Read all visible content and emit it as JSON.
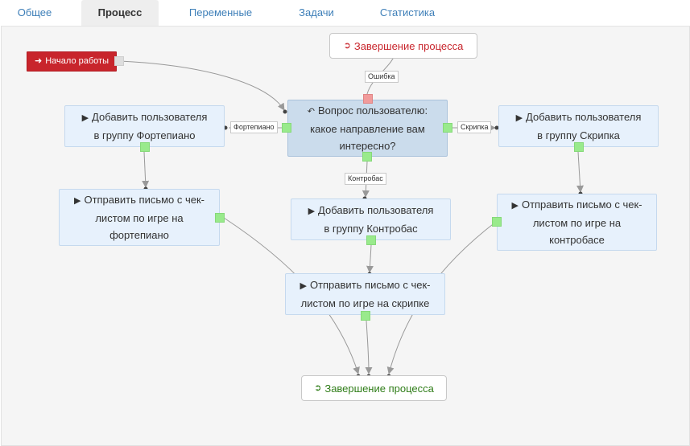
{
  "tabs": [
    {
      "label": "Общее"
    },
    {
      "label": "Процесс"
    },
    {
      "label": "Переменные"
    },
    {
      "label": "Задачи"
    },
    {
      "label": "Статистика"
    }
  ],
  "active_tab": "Процесс",
  "nodes": {
    "start": {
      "label": "Начало работы",
      "icon": "sign-in-icon"
    },
    "end_error": {
      "label": "Завершение процесса",
      "icon": "sign-out-icon"
    },
    "question": {
      "line1": "Вопрос пользователю:",
      "line2": "какое направление вам",
      "line3": "интересно?",
      "icon": "reply-icon"
    },
    "add_piano": {
      "line1": "Добавить пользователя",
      "line2": "в группу Фортепиано",
      "icon": "play-icon"
    },
    "add_violin": {
      "line1": "Добавить пользователя",
      "line2": "в группу Скрипка",
      "icon": "play-icon"
    },
    "add_bass": {
      "line1": "Добавить пользователя",
      "line2": "в группу Контробас",
      "icon": "play-icon"
    },
    "mail_piano": {
      "line1": "Отправить письмо с чек-",
      "line2": "листом по игре на",
      "line3": "фортепиано",
      "icon": "play-icon"
    },
    "mail_bass": {
      "line1": "Отправить письмо с чек-",
      "line2": "листом по игре на",
      "line3": "контробасе",
      "icon": "play-icon"
    },
    "mail_violin": {
      "line1": "Отправить письмо с чек-",
      "line2": "листом по игре на скрипке",
      "icon": "play-icon"
    },
    "end_ok": {
      "label": "Завершение процесса",
      "icon": "sign-out-icon"
    }
  },
  "edge_labels": {
    "error": "Ошибка",
    "piano": "Фортепиано",
    "violin": "Скрипка",
    "bass": "Контробас"
  },
  "colors": {
    "start": "#c8252c",
    "end_error_text": "#c8252c",
    "end_ok_text": "#2f7d18",
    "node_fill": "#e7f1fc",
    "question_fill": "#cbdcec",
    "port_ok": "#99ea8c",
    "port_error": "#f19b9b",
    "tab_link": "#3e7fb8"
  }
}
